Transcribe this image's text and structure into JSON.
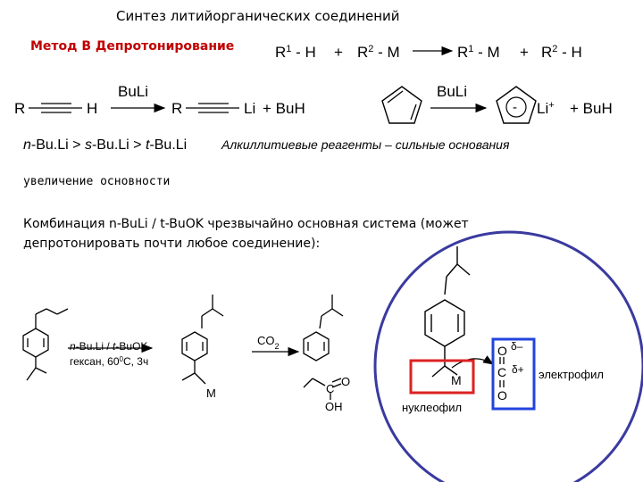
{
  "slide": {
    "title": "Синтез литийорганических соединений",
    "method_heading": "Метод В Депротонирование",
    "base_order": {
      "n": "n",
      "n_rest": "-Bu.Li > ",
      "s": "s",
      "s_rest": "-Bu.Li > ",
      "t": "t",
      "t_rest": "-Bu.Li"
    },
    "base_note": "Алкиллитиевые реагенты – сильные основания",
    "basicity_note": "увеличение основности",
    "combo_text_line1": "Комбинация n-BuLi / t-BuOK чрезвычайно основная система (может",
    "combo_text_line2": "депротонировать почти любое соединение):"
  },
  "scheme_general": {
    "r1": "R",
    "sup1": "1",
    "minus1": " - H",
    "plus1": "+",
    "r2": "R",
    "sup2": "2",
    "minus2": " - M",
    "r1b": "R",
    "sup1b": "1",
    "minus1b": " - M",
    "plus2": "+",
    "r2b": "R",
    "sup2b": "2",
    "minus2b": " - H"
  },
  "scheme_alkyne": {
    "r_left": "R",
    "h": "H",
    "reagent": "BuLi",
    "r_right": "R",
    "li": "Li",
    "byproduct": "+ BuH"
  },
  "scheme_cp": {
    "reagent": "BuLi",
    "charge": "-",
    "li": "Li",
    "li_charge": "+",
    "byproduct": "+ BuH"
  },
  "scheme_bottom": {
    "cond_line1": "n-Bu.Li / t-BuOK",
    "cond_line2": "гексан, 60",
    "cond_deg": "0",
    "cond_line2_end": "С, 3ч",
    "metal": "M",
    "co2": "CO",
    "co2_sub": "2",
    "c": "C",
    "o": "O",
    "oh": "OH"
  },
  "circle": {
    "m": "M",
    "o_top": "O",
    "c": "C",
    "o_bot": "O",
    "delta_minus": "δ–",
    "delta_plus": "δ+",
    "electrophile": "электрофил",
    "nucleophile": "нуклеофил"
  },
  "colors": {
    "circle_border": "#3a3aa0",
    "electrophile_box": "#2244dd",
    "nucleophile_box": "#dd2222",
    "heading": "#c00000"
  }
}
